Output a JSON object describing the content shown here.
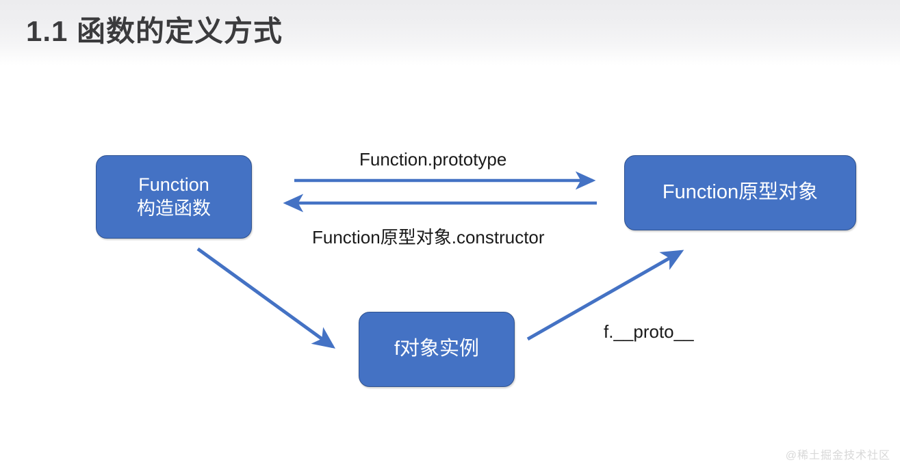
{
  "slide": {
    "title": "1.1 函数的定义方式",
    "background_color": "#ffffff",
    "header_gradient_from": "#ececee",
    "header_gradient_to": "#ffffff",
    "watermark": "@稀土掘金技术社区"
  },
  "diagram": {
    "accent_color": "#4472c4",
    "border_color": "#2f528f",
    "arrow_color": "#4472c4",
    "nodes": [
      {
        "id": "function-constructor",
        "label": "Function\n构造函数"
      },
      {
        "id": "function-prototype-object",
        "label": "Function原型对象"
      },
      {
        "id": "f-instance",
        "label": "f对象实例"
      }
    ],
    "edges": [
      {
        "id": "prototype",
        "label": "Function.prototype",
        "from": "function-constructor",
        "to": "function-prototype-object",
        "direction": "right"
      },
      {
        "id": "constructor",
        "label": "Function原型对象.constructor",
        "from": "function-prototype-object",
        "to": "function-constructor",
        "direction": "left"
      },
      {
        "id": "instantiate",
        "label": "",
        "from": "function-constructor",
        "to": "f-instance",
        "direction": "down-right"
      },
      {
        "id": "proto",
        "label": "f.__proto__",
        "from": "f-instance",
        "to": "function-prototype-object",
        "direction": "up-right"
      }
    ]
  }
}
